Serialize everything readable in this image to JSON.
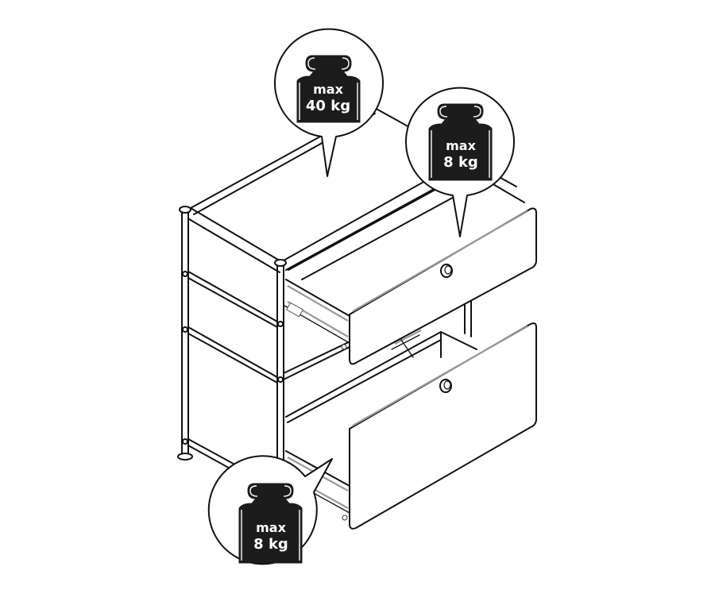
{
  "diagram": {
    "subject": "Modular steel-frame cabinet with two pull-out drawers",
    "colors": {
      "line": "#111111",
      "background": "#ffffff",
      "weight_fill": "#1c1c1c",
      "weight_text": "#ffffff",
      "rail_gray": "#9a9a9a"
    },
    "callouts": [
      {
        "id": "top-shelf",
        "target": "cabinet top surface",
        "line1": "max",
        "line2": "40 kg"
      },
      {
        "id": "upper-drawer",
        "target": "upper drawer",
        "line1": "max",
        "line2": "8 kg"
      },
      {
        "id": "lower-drawer",
        "target": "lower drawer",
        "line1": "max",
        "line2": "8 kg"
      }
    ],
    "components": [
      "frame-tubes",
      "ball-joints",
      "side-panels",
      "top-panel",
      "upper-drawer",
      "lower-drawer",
      "drawer-knobs",
      "telescopic-rails",
      "leveling-feet"
    ]
  }
}
